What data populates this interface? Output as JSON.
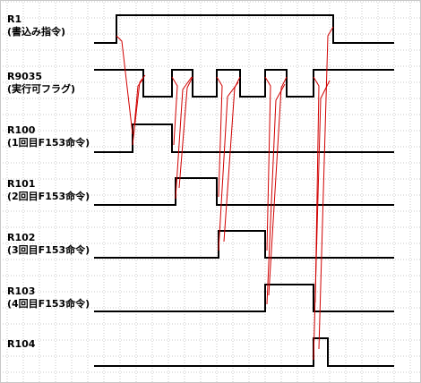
{
  "signals": [
    {
      "name": "R1",
      "desc": "(書込み指令)"
    },
    {
      "name": "R9035",
      "desc": "(実行可フラグ)"
    },
    {
      "name": "R100",
      "desc": "(1回目F153命令)"
    },
    {
      "name": "R101",
      "desc": "(2回目F153命令)"
    },
    {
      "name": "R102",
      "desc": "(3回目F153命令)"
    },
    {
      "name": "R103",
      "desc": "(4回目F153命令)"
    },
    {
      "name": "R104",
      "desc": ""
    }
  ],
  "colors": {
    "grid": "#c8c8c8",
    "waveform": "#000000",
    "arrow": "#d00000"
  }
}
